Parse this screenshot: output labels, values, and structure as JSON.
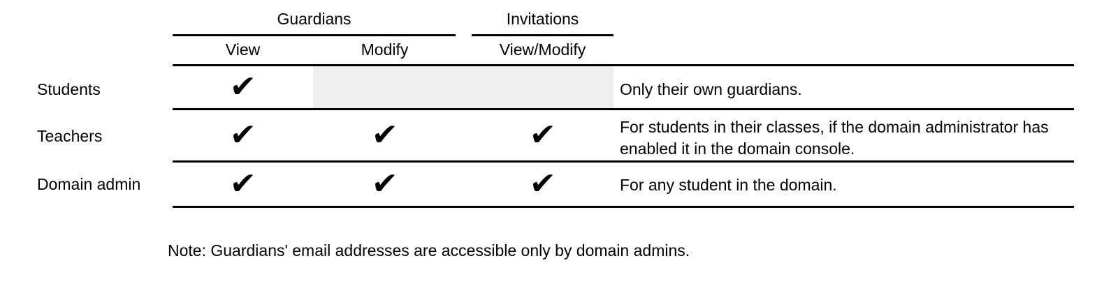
{
  "colors": {
    "disabled_cell": "#efefef",
    "rule": "#000000",
    "text": "#000000"
  },
  "table": {
    "checkmark": "✔",
    "groups": {
      "guardians": "Guardians",
      "invitations": "Invitations"
    },
    "columns": {
      "view": "View",
      "modify": "Modify",
      "view_modify": "View/Modify"
    },
    "rows": [
      {
        "label": "Students",
        "permissions": {
          "view": true,
          "modify": false,
          "view_modify": false
        },
        "note": "Only their own guardians."
      },
      {
        "label": "Teachers",
        "permissions": {
          "view": true,
          "modify": true,
          "view_modify": true
        },
        "note": "For students in their classes, if the domain administrator has enabled it in the domain console."
      },
      {
        "label": "Domain admin",
        "permissions": {
          "view": true,
          "modify": true,
          "view_modify": true
        },
        "note": "For any student in the domain."
      }
    ]
  },
  "footnote": "Note: Guardians' email addresses are accessible only by domain admins."
}
